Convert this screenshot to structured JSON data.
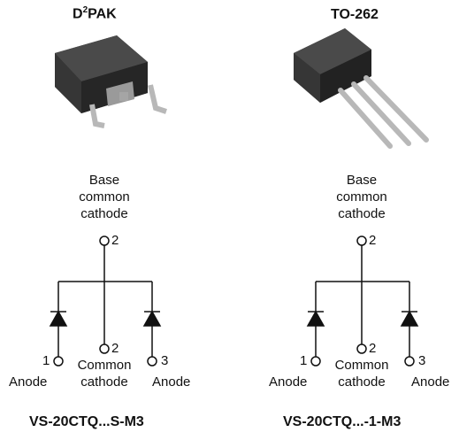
{
  "left": {
    "package_name_main": "D",
    "package_name_sup": "2",
    "package_name_rest": "PAK",
    "base_label": [
      "Base",
      "common",
      "cathode"
    ],
    "pin_base": "2",
    "pin_center": "2",
    "center_label": [
      "Common",
      "cathode"
    ],
    "pin_left": "1",
    "pin_right": "3",
    "anode_left": "Anode",
    "anode_right": "Anode",
    "part_number": "VS-20CTQ...S-M3"
  },
  "right": {
    "package_name": "TO-262",
    "base_label": [
      "Base",
      "common",
      "cathode"
    ],
    "pin_base": "2",
    "pin_center": "2",
    "center_label": [
      "Common",
      "cathode"
    ],
    "pin_left": "1",
    "pin_right": "3",
    "anode_left": "Anode",
    "anode_right": "Anode",
    "part_number": "VS-20CTQ...-1-M3"
  },
  "colors": {
    "package_body": "#3a3a3a",
    "package_top": "#4a4a4a",
    "lead": "#b8b8b8",
    "tab": "#9a9a9a",
    "line": "#111111"
  }
}
